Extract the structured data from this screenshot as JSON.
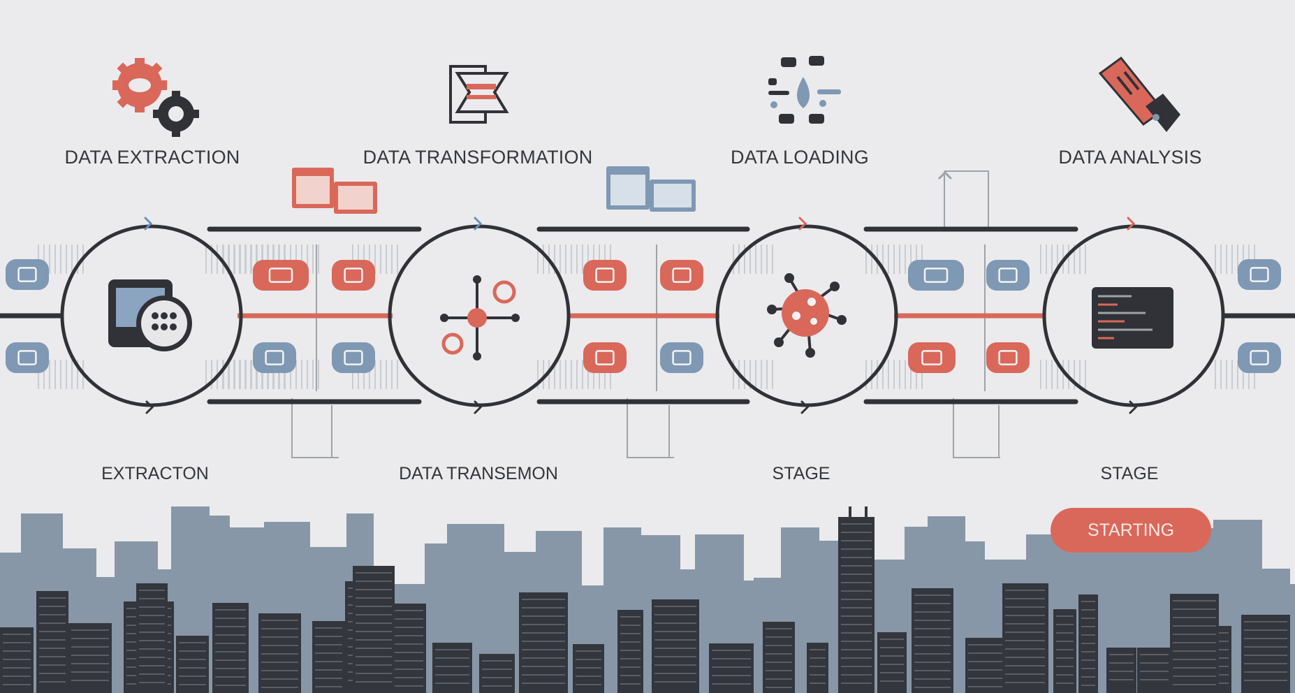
{
  "stages": [
    {
      "title": "DATA EXTRACTION",
      "subtitle": "EXTRACTON"
    },
    {
      "title": "DATA TRANSFORMATION",
      "subtitle": "DATA TRANSEMON"
    },
    {
      "title": "DATA LOADING",
      "subtitle": "STAGE"
    },
    {
      "title": "DATA ANALYSIS",
      "subtitle": "STAGE"
    }
  ],
  "button": {
    "label": "STARTING"
  },
  "colors": {
    "background": "#ebebed",
    "dark": "#303238",
    "accent": "#d9685a",
    "blue": "#7f98b3",
    "skyline_back": "#8797a8",
    "skyline_front": "#33363c"
  },
  "icons": {
    "top": [
      "gears-icon",
      "document-frame-icon",
      "network-molecule-icon",
      "hand-device-icon"
    ],
    "center": [
      "database-screen-icon",
      "node-hub-icon",
      "virus-node-icon",
      "code-terminal-icon"
    ]
  }
}
